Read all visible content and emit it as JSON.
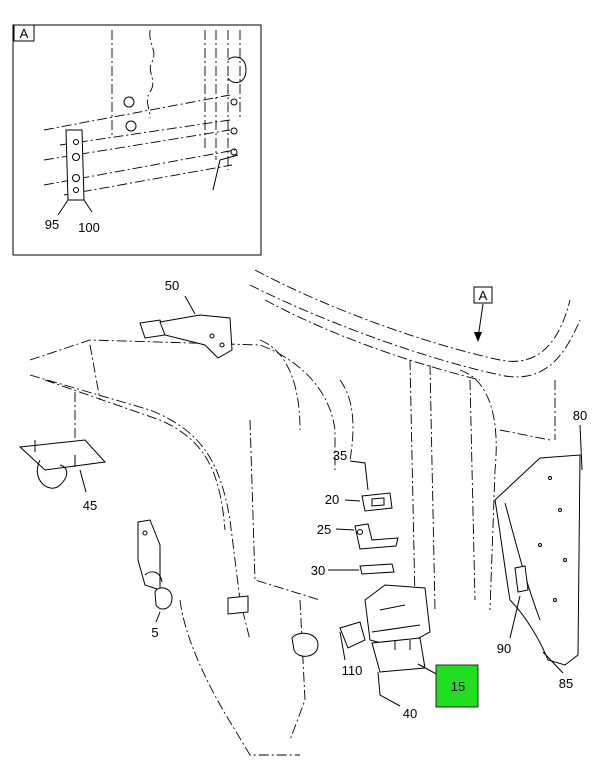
{
  "detail_view": {
    "tag": "A",
    "callouts": [
      "95",
      "100"
    ]
  },
  "view_ref_tag": "A",
  "callouts": {
    "c50": "50",
    "c45": "45",
    "c5": "5",
    "c35": "35",
    "c20": "20",
    "c25": "25",
    "c30": "30",
    "c110": "110",
    "c40": "40",
    "c15": "15",
    "c80": "80",
    "c90": "90",
    "c85": "85"
  },
  "highlight": {
    "callout": "15",
    "color": "#22dd22"
  }
}
